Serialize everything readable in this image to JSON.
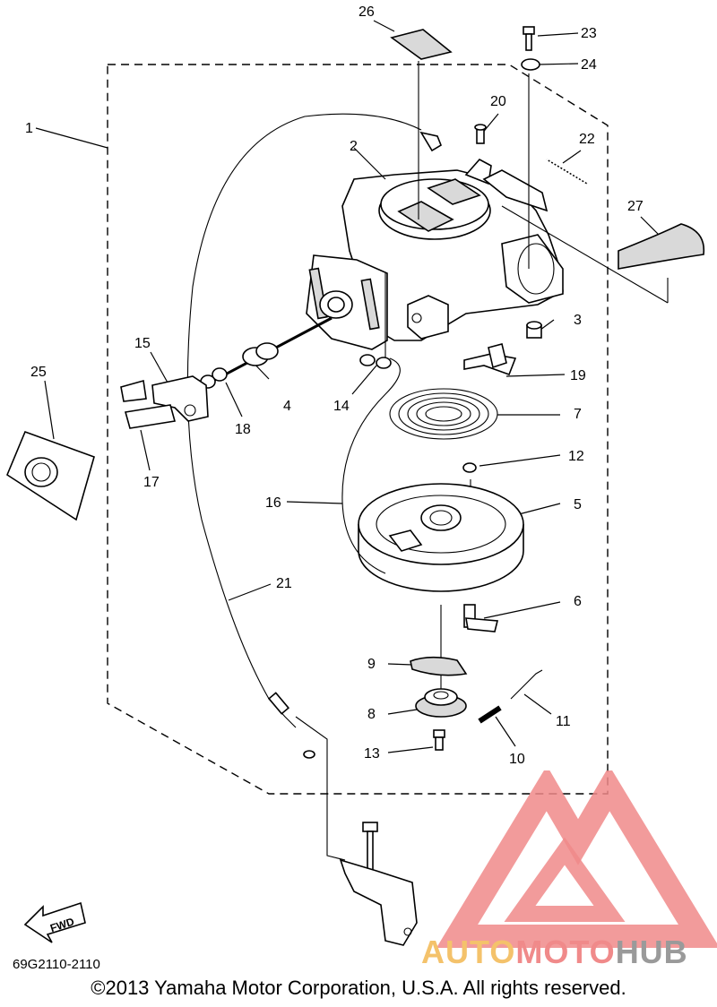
{
  "diagram_code": "69G2110-2110",
  "copyright": "©2013 Yamaha Motor Corporation, U.S.A. All rights reserved.",
  "fwd_label": "FWD",
  "watermark": {
    "part1": "AUTO",
    "part2": "MOTO",
    "part3": "HUB"
  },
  "callouts": {
    "c1": "1",
    "c2": "2",
    "c3": "3",
    "c4": "4",
    "c5": "5",
    "c6": "6",
    "c7": "7",
    "c8": "8",
    "c9": "9",
    "c10": "10",
    "c11": "11",
    "c12": "12",
    "c13": "13",
    "c14": "14",
    "c15": "15",
    "c16": "16",
    "c17": "17",
    "c18": "18",
    "c19": "19",
    "c20": "20",
    "c21": "21",
    "c22": "22",
    "c23": "23",
    "c24": "24",
    "c25": "25",
    "c26": "26",
    "c27": "27"
  },
  "colors": {
    "watermark_red": "#f08a8a",
    "watermark_yellow": "#f4c26b",
    "watermark_grey": "#9a9a9a"
  }
}
